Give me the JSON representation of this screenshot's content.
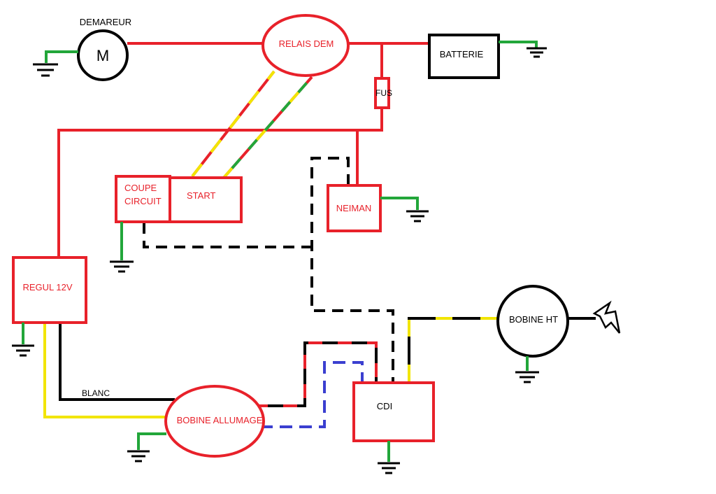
{
  "components": {
    "demareur": {
      "label": "DEMAREUR",
      "symbol": "M"
    },
    "relais_dem": {
      "label": "RELAIS DEM"
    },
    "batterie": {
      "label": "BATTERIE"
    },
    "fus": {
      "label": "FUS"
    },
    "coupe_circuit": {
      "label_line1": "COUPE",
      "label_line2": "CIRCUIT"
    },
    "start": {
      "label": "START"
    },
    "neiman": {
      "label": "NEIMAN"
    },
    "regul": {
      "label": "REGUL 12V"
    },
    "bobine_ht": {
      "label": "BOBINE HT"
    },
    "bobine_allumage": {
      "label": "BOBINE ALLUMAGE"
    },
    "cdi": {
      "label": "CDI"
    }
  },
  "wire_labels": {
    "blanc": "BLANC"
  },
  "colors": {
    "red": "#e8212a",
    "black": "#000000",
    "green": "#22a63a",
    "yellow": "#f2e500",
    "blue": "#3b3fd0"
  }
}
